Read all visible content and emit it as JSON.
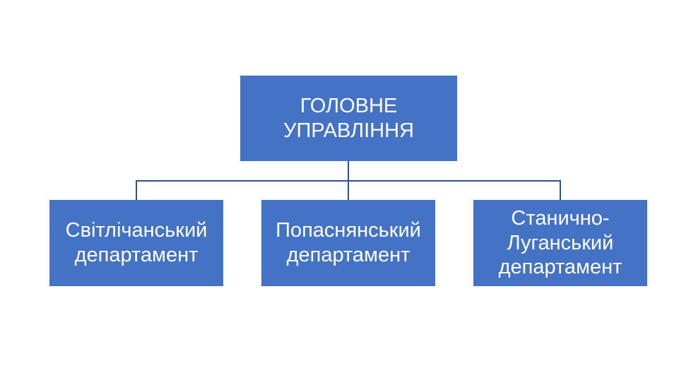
{
  "diagram": {
    "type": "org-chart",
    "root": {
      "label": "ГОЛОВНЕ УПРАВЛІННЯ"
    },
    "children": [
      {
        "label": "Світлічанський департамент"
      },
      {
        "label": "Попаснянський департамент"
      },
      {
        "label": "Станично-Луганський департамент"
      }
    ],
    "colors": {
      "node_fill": "#4472c4",
      "node_text": "#ffffff",
      "connector": "#2f528f",
      "background": "#ffffff"
    }
  }
}
